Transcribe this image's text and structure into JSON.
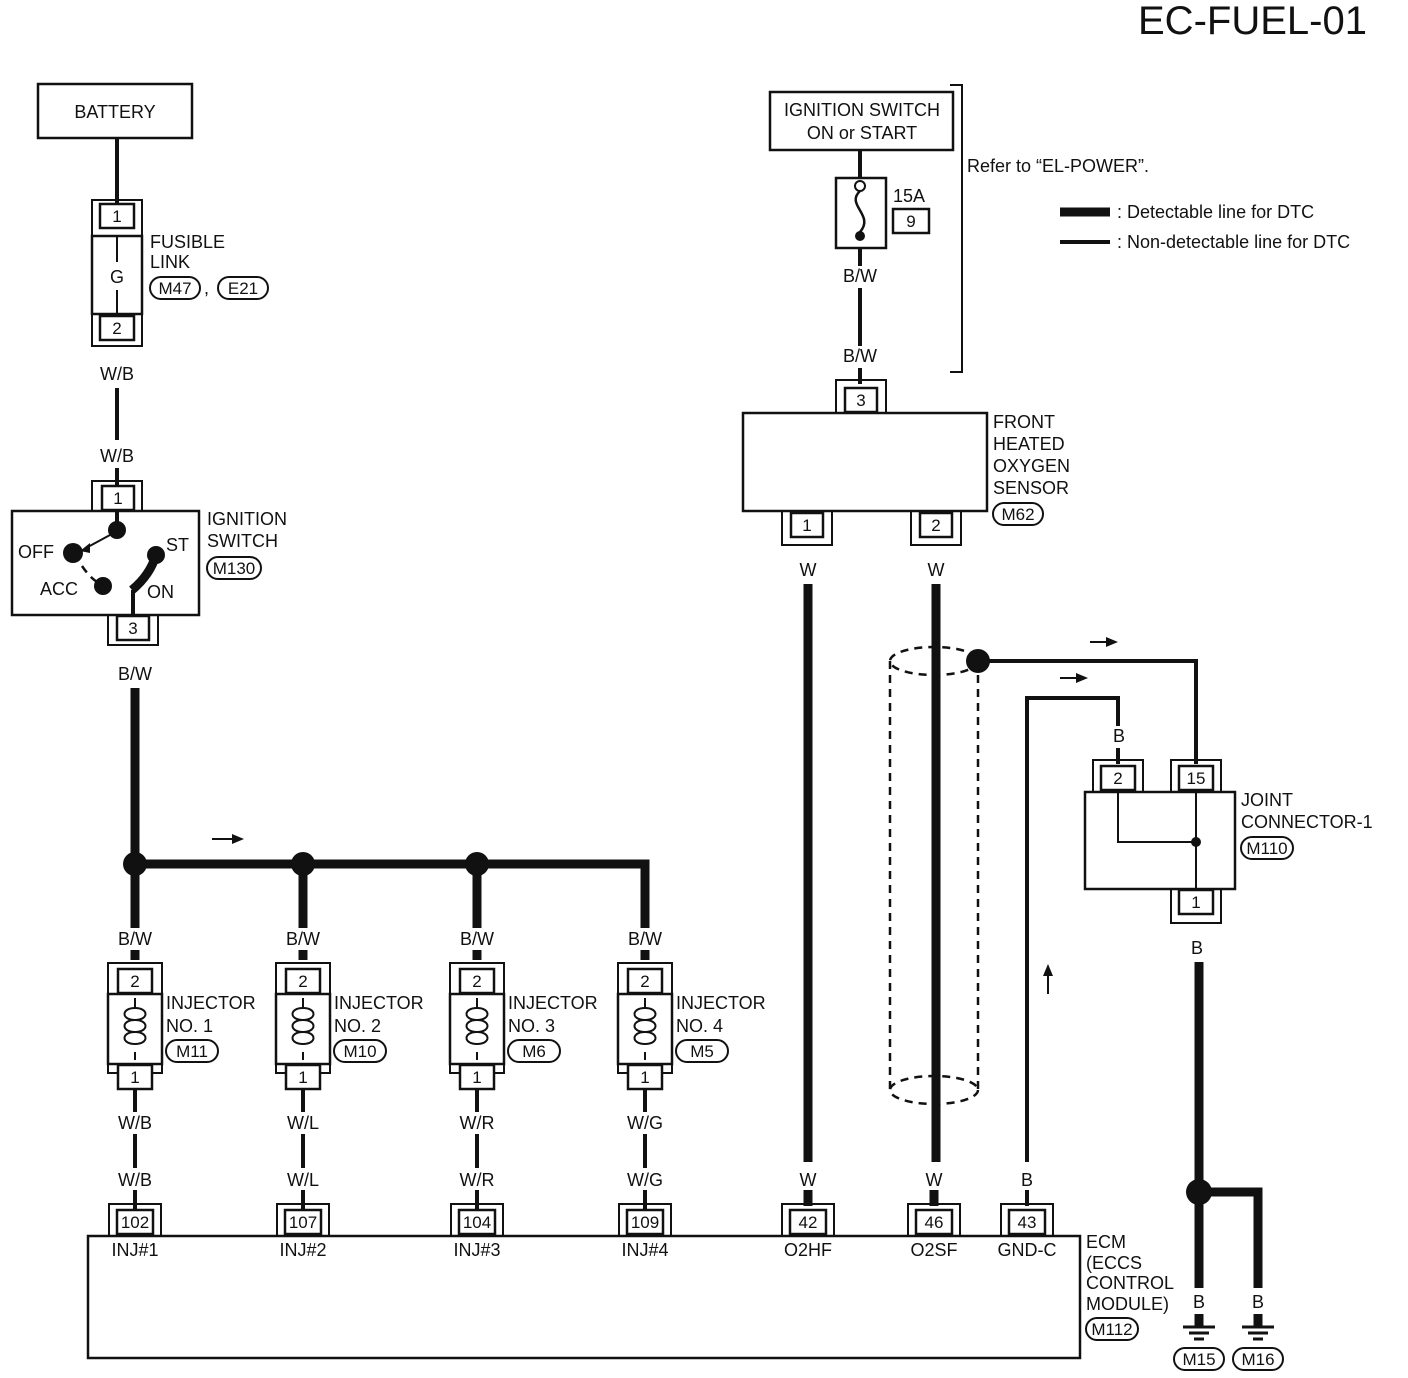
{
  "page_code": "EC-FUEL-01",
  "legend": {
    "detectable": ": Detectable line for DTC",
    "non_detectable": ": Non-detectable line for DTC"
  },
  "battery": "BATTERY",
  "fusible_link": {
    "line1": "FUSIBLE",
    "line2": "LINK",
    "letter": "G",
    "pin_top": "1",
    "pin_bottom": "2",
    "conn_a": "M47",
    "sep": ",",
    "conn_b": "E21"
  },
  "wire_wb_1": "W/B",
  "wire_wb_2": "W/B",
  "ignition_switch": {
    "line1": "IGNITION",
    "line2": "SWITCH",
    "conn": "M130",
    "pin_top": "1",
    "pin_bottom": "3",
    "off": "OFF",
    "acc": "ACC",
    "on": "ON",
    "st": "ST"
  },
  "wire_bw_main": "B/W",
  "ign_on_start": {
    "line1": "IGNITION SWITCH",
    "line2": "ON or START",
    "fuse_amp": "15A",
    "fuse_no": "9",
    "refer": "Refer to “EL-POWER”.",
    "wire_a": "B/W",
    "wire_b": "B/W"
  },
  "o2_sensor": {
    "line1": "FRONT",
    "line2": "HEATED",
    "line3": "OXYGEN",
    "line4": "SENSOR",
    "conn": "M62",
    "pin3": "3",
    "pin1": "1",
    "pin2": "2",
    "wire1": "W",
    "wire2": "W"
  },
  "joint_connector": {
    "line1": "JOINT",
    "line2": "CONNECTOR-1",
    "conn": "M110",
    "pin2": "2",
    "pin15": "15",
    "pin1": "1",
    "wire_b_top": "B",
    "wire_b_bottom": "B"
  },
  "injectors": [
    {
      "line1": "INJECTOR",
      "line2": "NO. 1",
      "conn": "M11",
      "pin_top": "2",
      "pin_bottom": "1",
      "wire_top": "B/W",
      "wire_mid": "W/B",
      "wire_low": "W/B",
      "ecm_pin": "102",
      "ecm_label": "INJ#1"
    },
    {
      "line1": "INJECTOR",
      "line2": "NO. 2",
      "conn": "M10",
      "pin_top": "2",
      "pin_bottom": "1",
      "wire_top": "B/W",
      "wire_mid": "W/L",
      "wire_low": "W/L",
      "ecm_pin": "107",
      "ecm_label": "INJ#2"
    },
    {
      "line1": "INJECTOR",
      "line2": "NO. 3",
      "conn": "M6",
      "pin_top": "2",
      "pin_bottom": "1",
      "wire_top": "B/W",
      "wire_mid": "W/R",
      "wire_low": "W/R",
      "ecm_pin": "104",
      "ecm_label": "INJ#3"
    },
    {
      "line1": "INJECTOR",
      "line2": "NO. 4",
      "conn": "M5",
      "pin_top": "2",
      "pin_bottom": "1",
      "wire_top": "B/W",
      "wire_mid": "W/G",
      "wire_low": "W/G",
      "ecm_pin": "109",
      "ecm_label": "INJ#4"
    }
  ],
  "ecm_terminals": [
    {
      "wire": "W",
      "pin": "42",
      "label": "O2HF"
    },
    {
      "wire": "W",
      "pin": "46",
      "label": "O2SF"
    },
    {
      "wire": "B",
      "pin": "43",
      "label": "GND-C"
    }
  ],
  "ecm": {
    "line1": "ECM",
    "line2": "(ECCS",
    "line3": "CONTROL",
    "line4": "MODULE)",
    "conn": "M112"
  },
  "grounds": [
    {
      "wire": "B",
      "conn": "M15"
    },
    {
      "wire": "B",
      "conn": "M16"
    }
  ]
}
